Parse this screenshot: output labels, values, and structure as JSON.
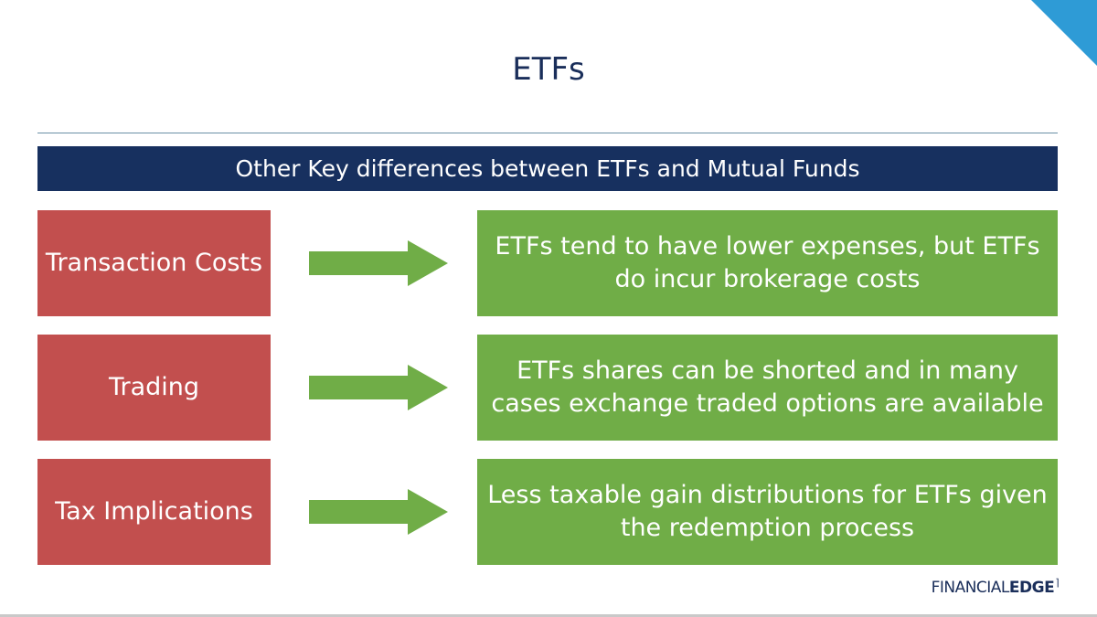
{
  "slide": {
    "title": "ETFs",
    "banner": "Other Key differences between ETFs and Mutual Funds",
    "rows": [
      {
        "label": "Transaction Costs",
        "description": "ETFs tend to have lower expenses, but ETFs do incur brokerage costs"
      },
      {
        "label": "Trading",
        "description": "ETFs shares can be shorted and in many cases exchange traded options are available"
      },
      {
        "label": "Tax Implications",
        "description": "Less taxable gain distributions for ETFs given the redemption process"
      }
    ]
  },
  "logo": {
    "part1": "FINANCIAL",
    "part2": "EDGE",
    "mark": "⌉"
  },
  "colors": {
    "navy": "#17305f",
    "red": "#c24f4e",
    "green": "#70ad47",
    "corner": "#2e9bd6"
  },
  "icons": {
    "arrow": "right-arrow-icon",
    "corner": "corner-accent-icon"
  }
}
